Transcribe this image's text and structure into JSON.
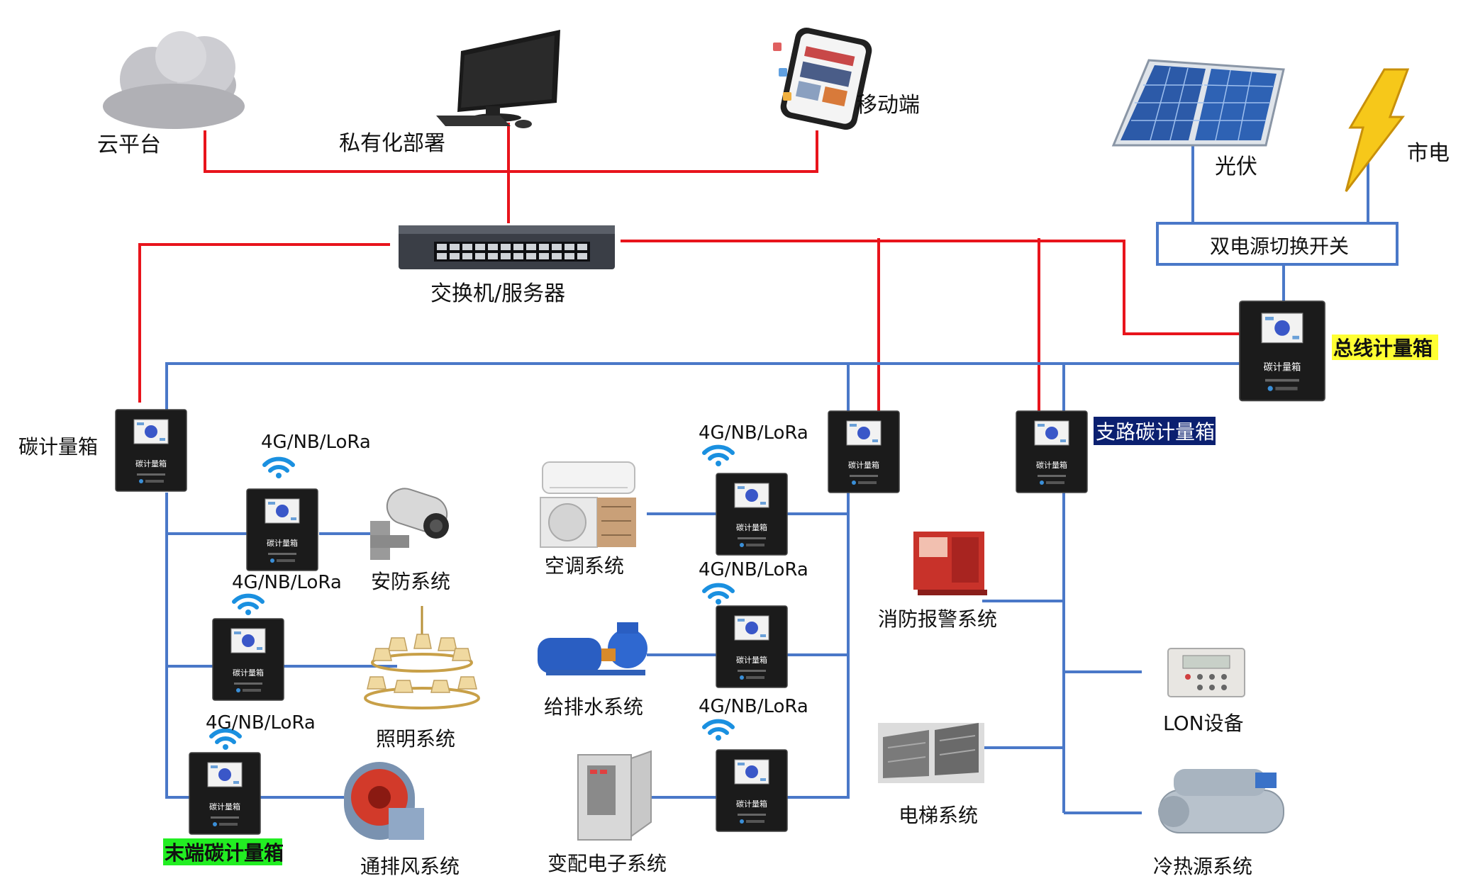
{
  "colors": {
    "network_line": "#e8141c",
    "power_line": "#4a78c8",
    "meter_body": "#1b1b1b",
    "highlight_yellow": "#ffff33",
    "highlight_green": "#22ee22",
    "highlight_navy": "#0b2070"
  },
  "top": {
    "cloud": "云平台",
    "private": "私有化部署",
    "mobile": "移动端",
    "switch": "交换机/服务器",
    "solar": "光伏",
    "grid": "市电",
    "dual_switch": "双电源切换开关"
  },
  "meter_screen_label": "碳计量箱",
  "meters": {
    "main": "总线计量箱",
    "branch": "支路碳计量箱",
    "carbon": "碳计量箱",
    "terminal": "末端碳计量箱"
  },
  "wireless": [
    "4G/NB/LoRa",
    "4G/NB/LoRa",
    "4G/NB/LoRa",
    "4G/NB/LoRa",
    "4G/NB/LoRa",
    "4G/NB/LoRa"
  ],
  "systems": {
    "security": "安防系统",
    "lighting": "照明系统",
    "ventilation": "通排风系统",
    "ac": "空调系统",
    "water": "给排水系统",
    "power_dist": "变配电子系统",
    "fire": "消防报警系统",
    "lon": "LON设备",
    "elevator": "电梯系统",
    "hvac": "冷热源系统"
  }
}
